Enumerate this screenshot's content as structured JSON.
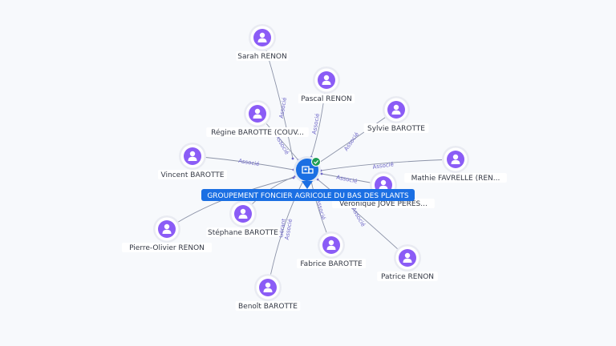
{
  "center": {
    "label": "GROUPEMENT FONCIER AGRICOLE DU BAS DES PLANTS",
    "icon": "building-icon",
    "badge_icon": "check-icon",
    "color": "#1b6fe3",
    "badge_color": "#1f9d55"
  },
  "colors": {
    "avatar": "#8b5cf6",
    "edge": "#8c93a8",
    "edge_label": "#6f68c9"
  },
  "nodes": [
    {
      "label": "Sarah RENON",
      "edge_label": "Associé"
    },
    {
      "label": "Pascal RENON",
      "edge_label": "Associé"
    },
    {
      "label": "Régine BAROTTE (COUV...",
      "edge_label": "Associé"
    },
    {
      "label": "Sylvie BAROTTE",
      "edge_label": "Associé"
    },
    {
      "label": "Vincent BAROTTE",
      "edge_label": "Associé"
    },
    {
      "label": "Mathie FAVRELLE (REN...",
      "edge_label": "Associé"
    },
    {
      "label": "Véronique JOVE PERES...",
      "edge_label": "Associé"
    },
    {
      "label": "Stéphane BAROTTE",
      "edge_label": "Associé"
    },
    {
      "label": "Pierre-Olivier RENON",
      "edge_label": "Associé"
    },
    {
      "label": "Fabrice BAROTTE",
      "edge_label": "Associé"
    },
    {
      "label": "Patrice RENON",
      "edge_label": "Associé"
    },
    {
      "label": "Benoît BAROTTE",
      "edge_label": "Gérant Associé"
    }
  ]
}
